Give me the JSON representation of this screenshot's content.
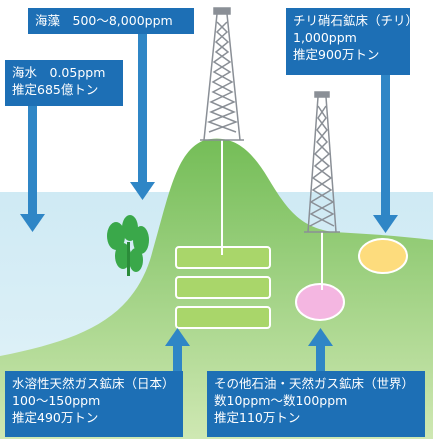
{
  "labels": {
    "seaweed": {
      "lines": [
        "海藻　500〜8,000ppm"
      ]
    },
    "seawater": {
      "lines": [
        "海水　0.05ppm",
        "推定685億トン"
      ]
    },
    "chile": {
      "lines": [
        "チリ硝石鉱床（チリ）",
        "1,000ppm",
        "推定900万トン"
      ]
    },
    "gas_japan": {
      "lines": [
        "水溶性天然ガス鉱床（日本）",
        "100〜150ppm",
        "推定490万トン"
      ]
    },
    "world": {
      "lines": [
        "その他石油・天然ガス鉱床（世界）",
        "数10ppm〜数100ppm",
        "推定110万トン"
      ]
    }
  },
  "colors": {
    "sky": "#ffffff",
    "sea": "#cde9f3",
    "hill_dark": "#7ec260",
    "hill_light": "#c6e3a8",
    "layer": "#a9d66a",
    "label_bg": "#1d6fb5",
    "arrow": "#2f86c6",
    "seaweed": "#3aa84a",
    "deposit_yellow": "#fddc7d",
    "deposit_pink": "#f4b6e1",
    "derrick": "#8a8f96"
  }
}
